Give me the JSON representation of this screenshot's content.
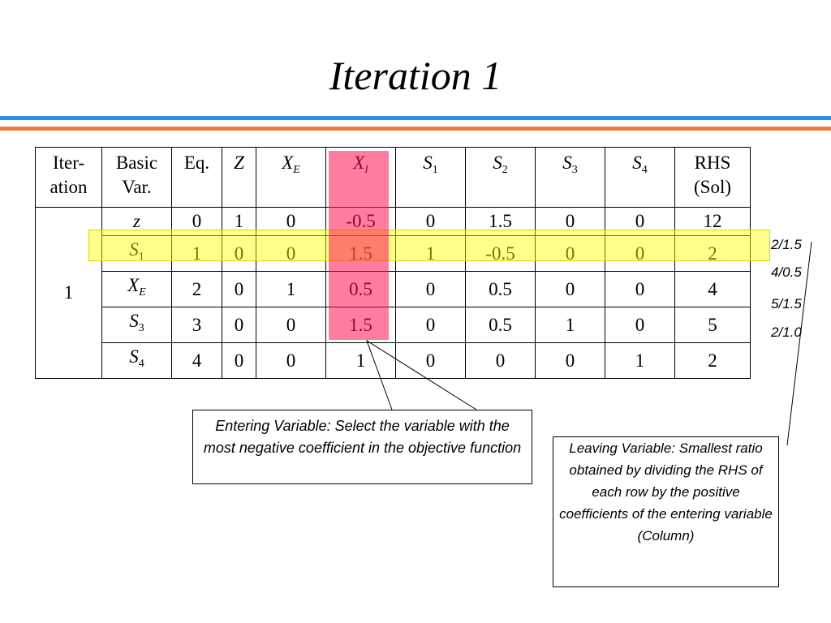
{
  "slide": {
    "title": "Iteration 1",
    "colors": {
      "rule_top": "#2e8ef0",
      "rule_bottom": "#f07a3a",
      "highlight_row": "#ffff00",
      "highlight_col": "#ff1450"
    }
  },
  "table": {
    "headers": {
      "iteration": [
        "Iter-",
        "ation"
      ],
      "basic_var": [
        "Basic",
        "Var."
      ],
      "eq": "Eq.",
      "z": "Z",
      "xe": {
        "base": "X",
        "sub": "E"
      },
      "xi": {
        "base": "X",
        "sub": "I"
      },
      "s1": {
        "base": "S",
        "sub": "1"
      },
      "s2": {
        "base": "S",
        "sub": "2"
      },
      "s3": {
        "base": "S",
        "sub": "3"
      },
      "s4": {
        "base": "S",
        "sub": "4"
      },
      "rhs": [
        "RHS",
        "(Sol)"
      ]
    },
    "iteration_number": "1",
    "rows": [
      {
        "basic": {
          "base": "z",
          "sub": ""
        },
        "cells": [
          "0",
          "1",
          "0",
          "-0.5",
          "0",
          "1.5",
          "0",
          "0",
          "12"
        ]
      },
      {
        "basic": {
          "base": "S",
          "sub": "1"
        },
        "cells": [
          "1",
          "0",
          "0",
          "1.5",
          "1",
          "-0.5",
          "0",
          "0",
          "2"
        ]
      },
      {
        "basic": {
          "base": "X",
          "sub": "E"
        },
        "cells": [
          "2",
          "0",
          "1",
          "0.5",
          "0",
          "0.5",
          "0",
          "0",
          "4"
        ]
      },
      {
        "basic": {
          "base": "S",
          "sub": "3"
        },
        "cells": [
          "3",
          "0",
          "0",
          "1.5",
          "0",
          "0.5",
          "1",
          "0",
          "5"
        ]
      },
      {
        "basic": {
          "base": "S",
          "sub": "4"
        },
        "cells": [
          "4",
          "0",
          "0",
          "1",
          "0",
          "0",
          "0",
          "1",
          "2"
        ]
      }
    ]
  },
  "ratios": [
    "2/1.5",
    "4/0.5",
    "5/1.5",
    "2/1.0"
  ],
  "callouts": {
    "entering": "Entering Variable: Select the variable with the most negative coefficient in the objective function",
    "leaving": "Leaving Variable: Smallest ratio obtained by dividing the RHS of each row by the positive coefficients of the entering variable (Column)"
  }
}
